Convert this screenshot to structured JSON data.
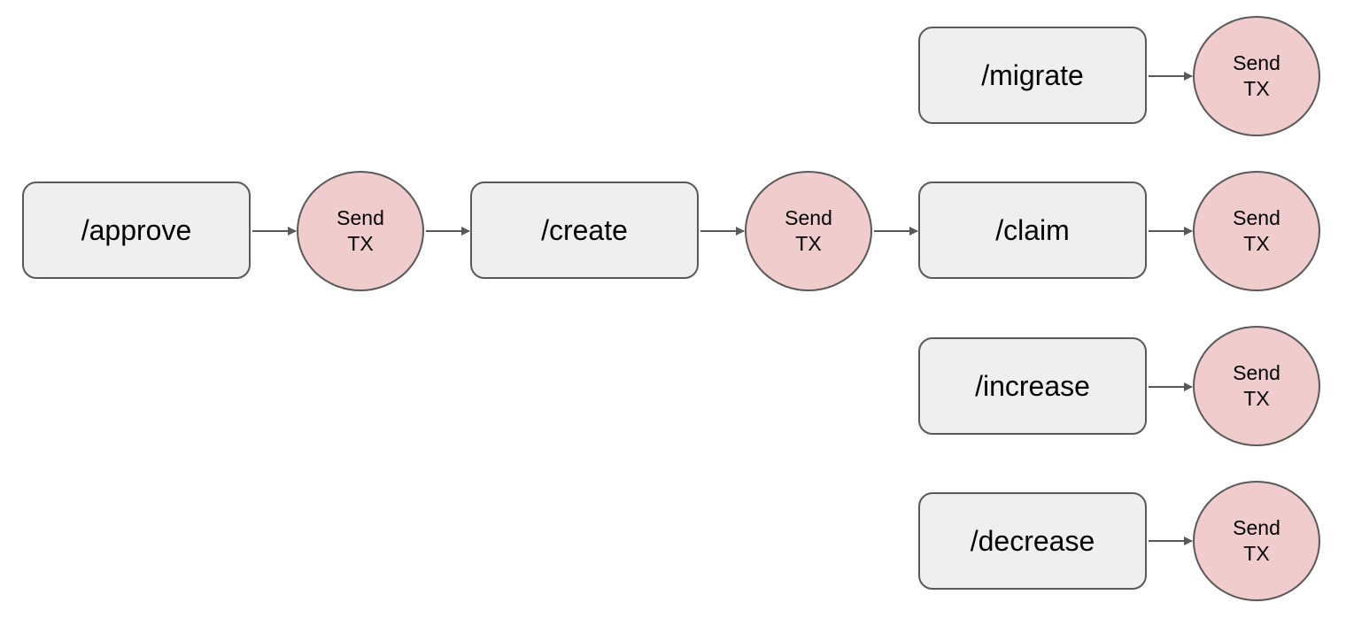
{
  "diagram": {
    "colors": {
      "box_fill": "#efefef",
      "circle_fill": "#f0cccc",
      "stroke": "#595959"
    },
    "nodes": [
      {
        "id": "approve",
        "kind": "box",
        "label": "/approve"
      },
      {
        "id": "tx1",
        "kind": "circle",
        "line1": "Send",
        "line2": "TX"
      },
      {
        "id": "create",
        "kind": "box",
        "label": "/create"
      },
      {
        "id": "tx2",
        "kind": "circle",
        "line1": "Send",
        "line2": "TX"
      },
      {
        "id": "migrate",
        "kind": "box",
        "label": "/migrate"
      },
      {
        "id": "tx_migrate",
        "kind": "circle",
        "line1": "Send",
        "line2": "TX"
      },
      {
        "id": "claim",
        "kind": "box",
        "label": "/claim"
      },
      {
        "id": "tx_claim",
        "kind": "circle",
        "line1": "Send",
        "line2": "TX"
      },
      {
        "id": "increase",
        "kind": "box",
        "label": "/increase"
      },
      {
        "id": "tx_increase",
        "kind": "circle",
        "line1": "Send",
        "line2": "TX"
      },
      {
        "id": "decrease",
        "kind": "box",
        "label": "/decrease"
      },
      {
        "id": "tx_decrease",
        "kind": "circle",
        "line1": "Send",
        "line2": "TX"
      }
    ],
    "edges": [
      {
        "from": "approve",
        "to": "tx1"
      },
      {
        "from": "tx1",
        "to": "create"
      },
      {
        "from": "create",
        "to": "tx2"
      },
      {
        "from": "tx2",
        "to": "claim"
      },
      {
        "from": "migrate",
        "to": "tx_migrate"
      },
      {
        "from": "claim",
        "to": "tx_claim"
      },
      {
        "from": "increase",
        "to": "tx_increase"
      },
      {
        "from": "decrease",
        "to": "tx_decrease"
      }
    ]
  }
}
